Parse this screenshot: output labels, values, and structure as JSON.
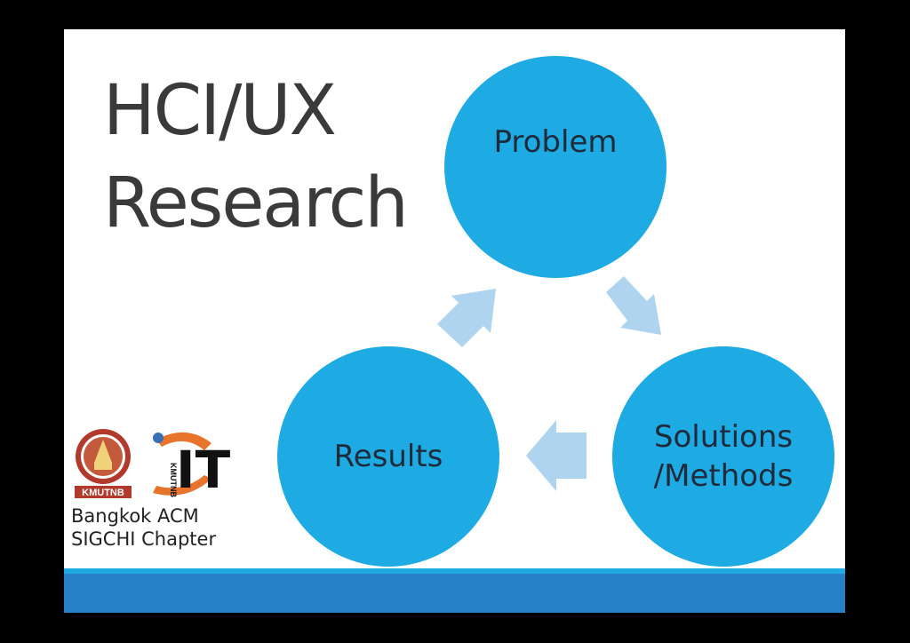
{
  "slide": {
    "title_line1": "HCI/UX",
    "title_line2": "Research"
  },
  "cycle": {
    "nodes": [
      {
        "label": "Problem"
      },
      {
        "label_line1": "Solutions",
        "label_line2": "/Methods"
      },
      {
        "label": "Results"
      }
    ],
    "circle_color": "#1eaae2",
    "arrow_color": "#aed4ef"
  },
  "logos": {
    "kmutnb_text": "KMUTNB",
    "it_text": "IT",
    "it_subtext": "KMUTNB"
  },
  "footer": {
    "chapter_line1": "Bangkok ACM",
    "chapter_line2": "SIGCHI Chapter",
    "band_color": "#2880c6"
  }
}
